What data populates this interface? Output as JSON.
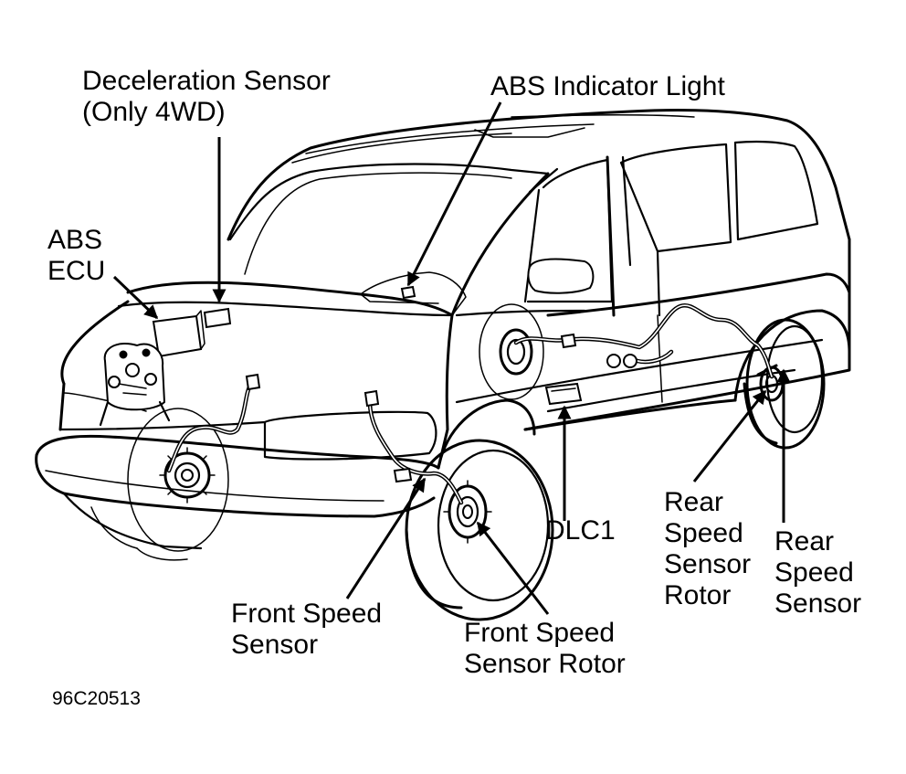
{
  "labels": {
    "decel_line1": "Deceleration Sensor",
    "decel_line2": "(Only 4WD)",
    "abs_indicator": "ABS Indicator Light",
    "abs_ecu_line1": "ABS",
    "abs_ecu_line2": "ECU",
    "front_sensor_line1": "Front Speed",
    "front_sensor_line2": "Sensor",
    "front_rotor_line1": "Front Speed",
    "front_rotor_line2": "Sensor Rotor",
    "dlc1": "DLC1",
    "rear_rotor_line1": "Rear",
    "rear_rotor_line2": "Speed",
    "rear_rotor_line3": "Sensor",
    "rear_rotor_line4": "Rotor",
    "rear_sensor_line1": "Rear",
    "rear_sensor_line2": "Speed",
    "rear_sensor_line3": "Sensor"
  },
  "figure_id": "96C20513"
}
